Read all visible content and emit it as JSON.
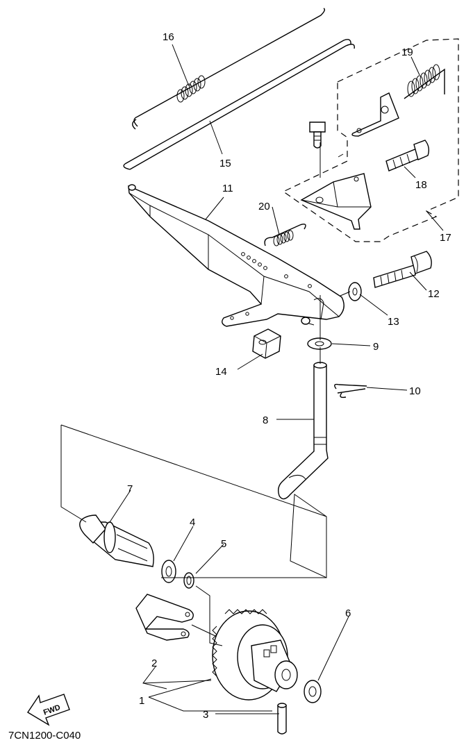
{
  "diagram": {
    "code": "7CN1200-C040",
    "fwd_label": "FWD",
    "callouts": [
      "1",
      "2",
      "3",
      "4",
      "5",
      "6",
      "7",
      "8",
      "9",
      "10",
      "11",
      "12",
      "13",
      "14",
      "15",
      "16",
      "17",
      "18",
      "19",
      "20"
    ]
  }
}
